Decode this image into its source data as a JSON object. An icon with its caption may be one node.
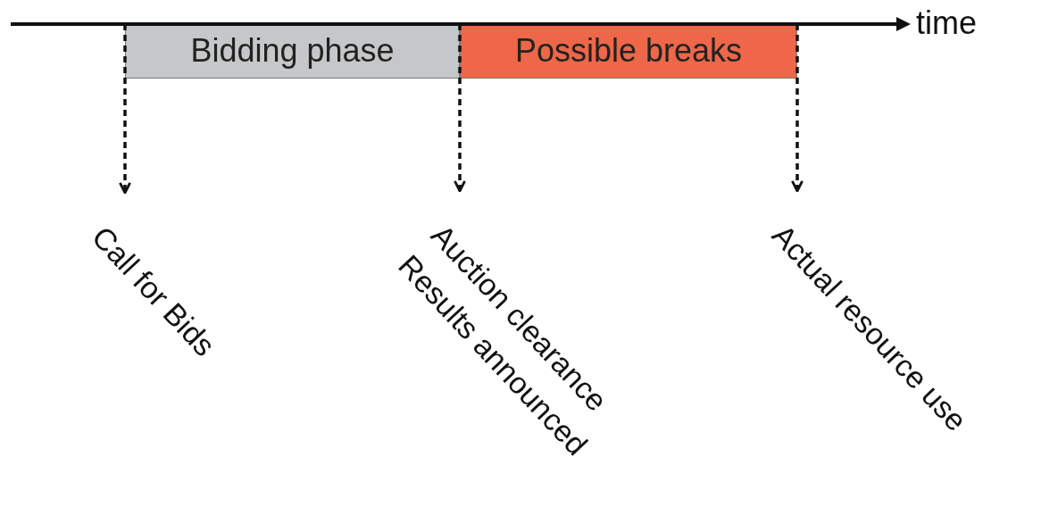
{
  "diagram": {
    "nodes": [
      {
        "text": [
          "Bidding phase"
        ]
      },
      {
        "text": [
          "Possible breaks"
        ]
      },
      {
        "text": [
          "Call for Bids"
        ]
      },
      {
        "text": [
          "Auction clearance Results announced"
        ]
      },
      {
        "text": [
          "Actual resource use"
        ]
      }
    ],
    "edges": [
      {
        "from": 0,
        "to": 2,
        "arrow": "to",
        "style": "dashed"
      },
      {
        "from": 0,
        "to": 3,
        "arrow": "to",
        "style": "dashed"
      },
      {
        "from": 1,
        "to": 4,
        "arrow": "to",
        "style": "dashed"
      }
    ],
    "labels": [
      "time"
    ]
  }
}
